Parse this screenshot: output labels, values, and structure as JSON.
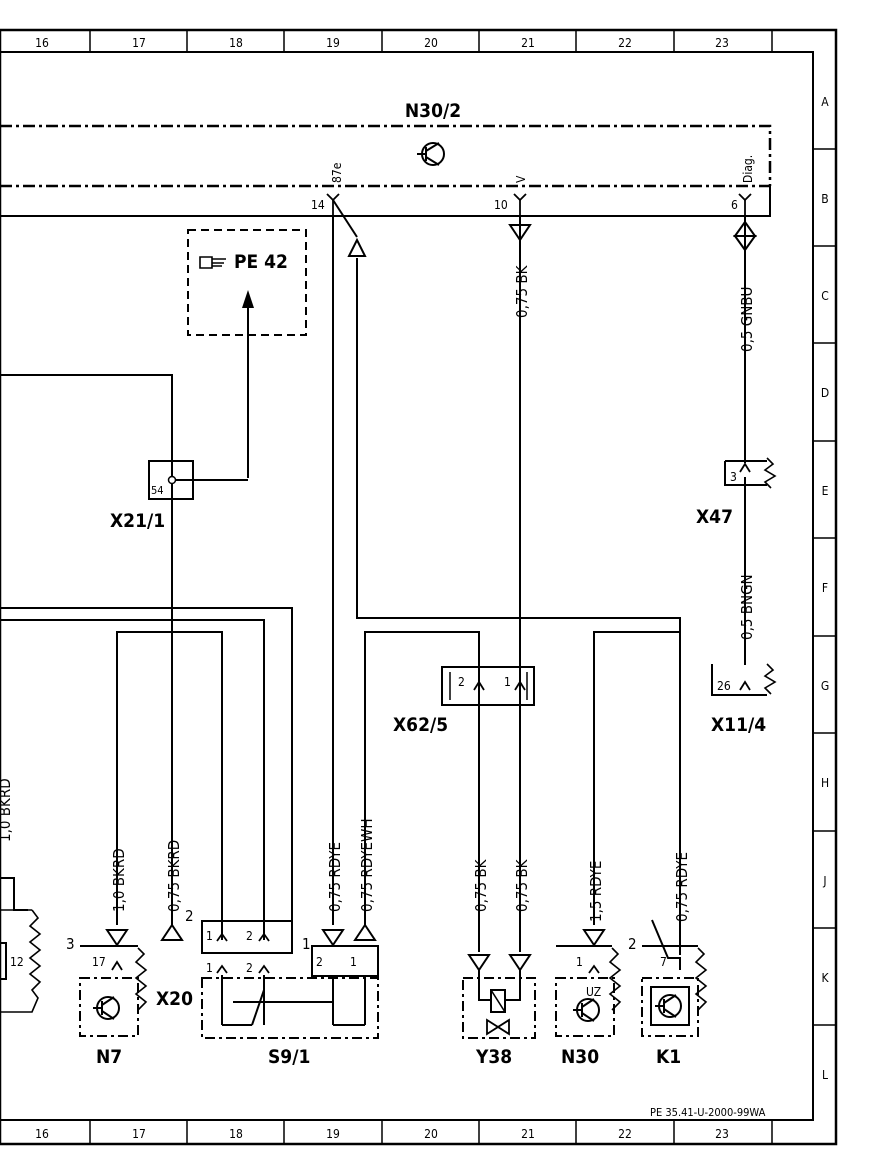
{
  "grid": {
    "columns": [
      "16",
      "17",
      "18",
      "19",
      "20",
      "21",
      "22",
      "23"
    ],
    "rows": [
      "A",
      "B",
      "C",
      "D",
      "E",
      "F",
      "G",
      "H",
      "J",
      "K",
      "L"
    ]
  },
  "components": {
    "n30_2": "N30/2",
    "pe42": "PE 42",
    "x21_1": "X21/1",
    "x47": "X47",
    "x11_4": "X11/4",
    "x62_5": "X62/5",
    "x20": "X20",
    "n7": "N7",
    "s9_1": "S9/1",
    "y38": "Y38",
    "n30": "N30",
    "k1": "K1"
  },
  "pins": {
    "p87e": "87e",
    "pin14": "14",
    "pV": "V",
    "pin10": "10",
    "pDiag": "Diag.",
    "pin6": "6",
    "pin54": "54",
    "x47_3": "3",
    "x11_26": "26",
    "x62_2": "2",
    "x62_1": "1",
    "n7_3": "3",
    "n7_17": "17",
    "x20_2": "2",
    "s9_1a": "1",
    "s9_2a": "2",
    "s9_1b": "1",
    "s9_2b": "2",
    "s9_conn1": "1",
    "s9_2c": "2",
    "s9_1c": "1",
    "n30_1": "1",
    "k1_2": "2",
    "k1_7": "7",
    "left_12": "12",
    "uz": "UZ"
  },
  "wires": {
    "w1": "0,75  BK",
    "w2": "0,5  GNBU",
    "w3": "0,5  BNGN",
    "w4": "1,0  BKRD",
    "w5": "0,75  BKRD",
    "w6": "0,75  RDYE",
    "w7": "0,75  RDYEWH",
    "w8": "0,75  BK",
    "w9": "0,75  BK",
    "w10": "1,5  RDYE",
    "w11": "0,75  RDYE",
    "w12": "1,0  BKRD"
  },
  "footer": "PE 35.41-U-2000-99WA"
}
